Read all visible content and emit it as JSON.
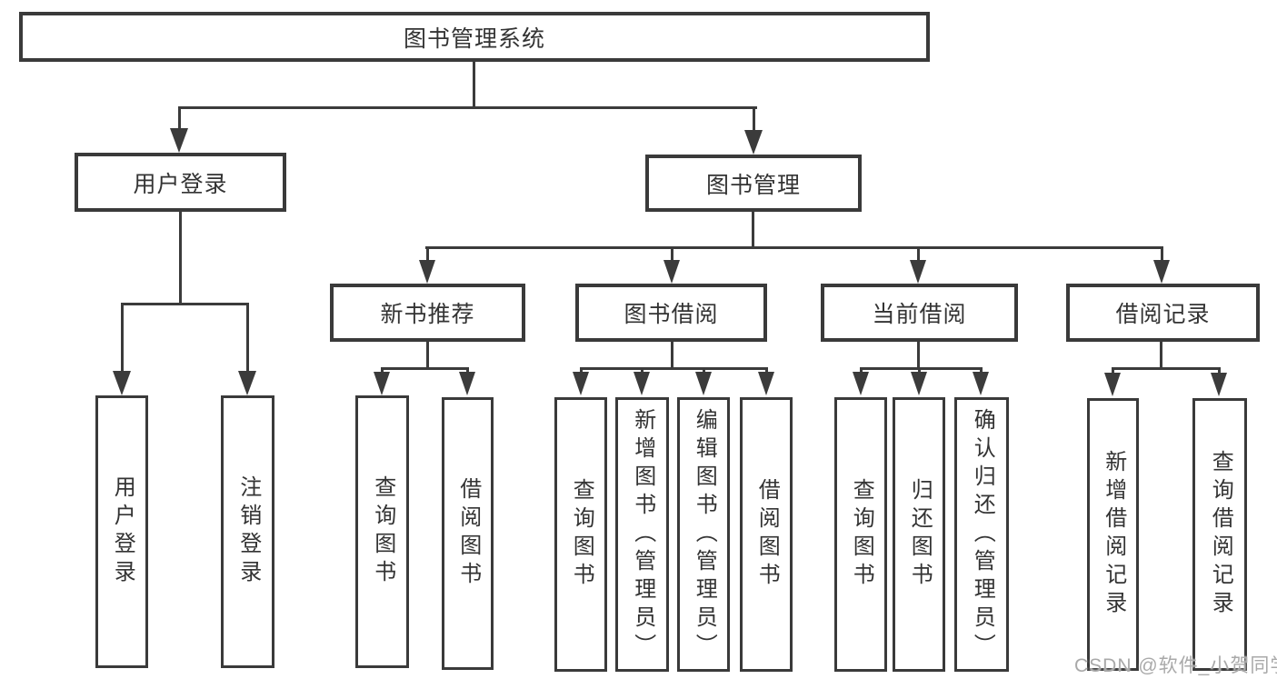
{
  "diagram": {
    "root": {
      "label": "图书管理系统"
    },
    "branches": {
      "user_login": {
        "label": "用户登录",
        "children": [
          {
            "label": "用户登录"
          },
          {
            "label": "注销登录"
          }
        ]
      },
      "book_mgmt": {
        "label": "图书管理",
        "children": [
          {
            "label": "新书推荐",
            "children": [
              {
                "label": "查询图书"
              },
              {
                "label": "借阅图书"
              }
            ]
          },
          {
            "label": "图书借阅",
            "children": [
              {
                "label": "查询图书"
              },
              {
                "label": "新增图书（管理员）"
              },
              {
                "label": "编辑图书（管理员）"
              },
              {
                "label": "借阅图书"
              }
            ]
          },
          {
            "label": "当前借阅",
            "children": [
              {
                "label": "查询图书"
              },
              {
                "label": "归还图书"
              },
              {
                "label": "确认归还（管理员）"
              }
            ]
          },
          {
            "label": "借阅记录",
            "children": [
              {
                "label": "新增借阅记录"
              },
              {
                "label": "查询借阅记录"
              }
            ]
          }
        ]
      }
    }
  },
  "watermark": {
    "text": "CSDN @软件_小贺同学"
  },
  "colors": {
    "line": "#3b3b3b",
    "border": "#3a3a3a",
    "text": "#333333",
    "background": "#ffffff",
    "watermark": "#a9a9a9"
  }
}
